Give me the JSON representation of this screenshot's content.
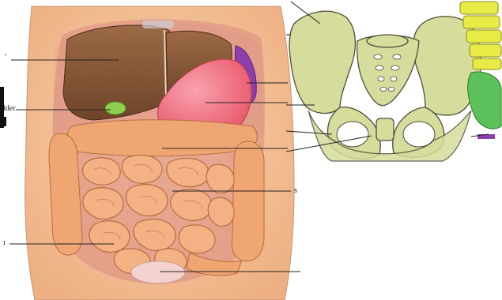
{
  "labels": {
    "liver_fragment": "'",
    "gallbladder_fragment": "lder",
    "small_intestine_fragment": "s",
    "colon_fragment": "ı"
  },
  "colors": {
    "skin": "#f6c79a",
    "skin_outline": "#b88a66",
    "peritoneal_cavity": "#d98b84",
    "liver": "#8a5a39",
    "stomach": "#f06e7e",
    "spleen": "#8e3fae",
    "gallbladder": "#8fd14f",
    "intestine": "#f0a673",
    "intestine_outline": "#b86d40",
    "bladder": "#f4d3cf",
    "pelvis_bone": "#d6dc9c",
    "pelvis_outline": "#4e4e3a",
    "vertebra": "#e8ea45",
    "rib_green": "#5cc15a",
    "leader_line": "#222222"
  }
}
